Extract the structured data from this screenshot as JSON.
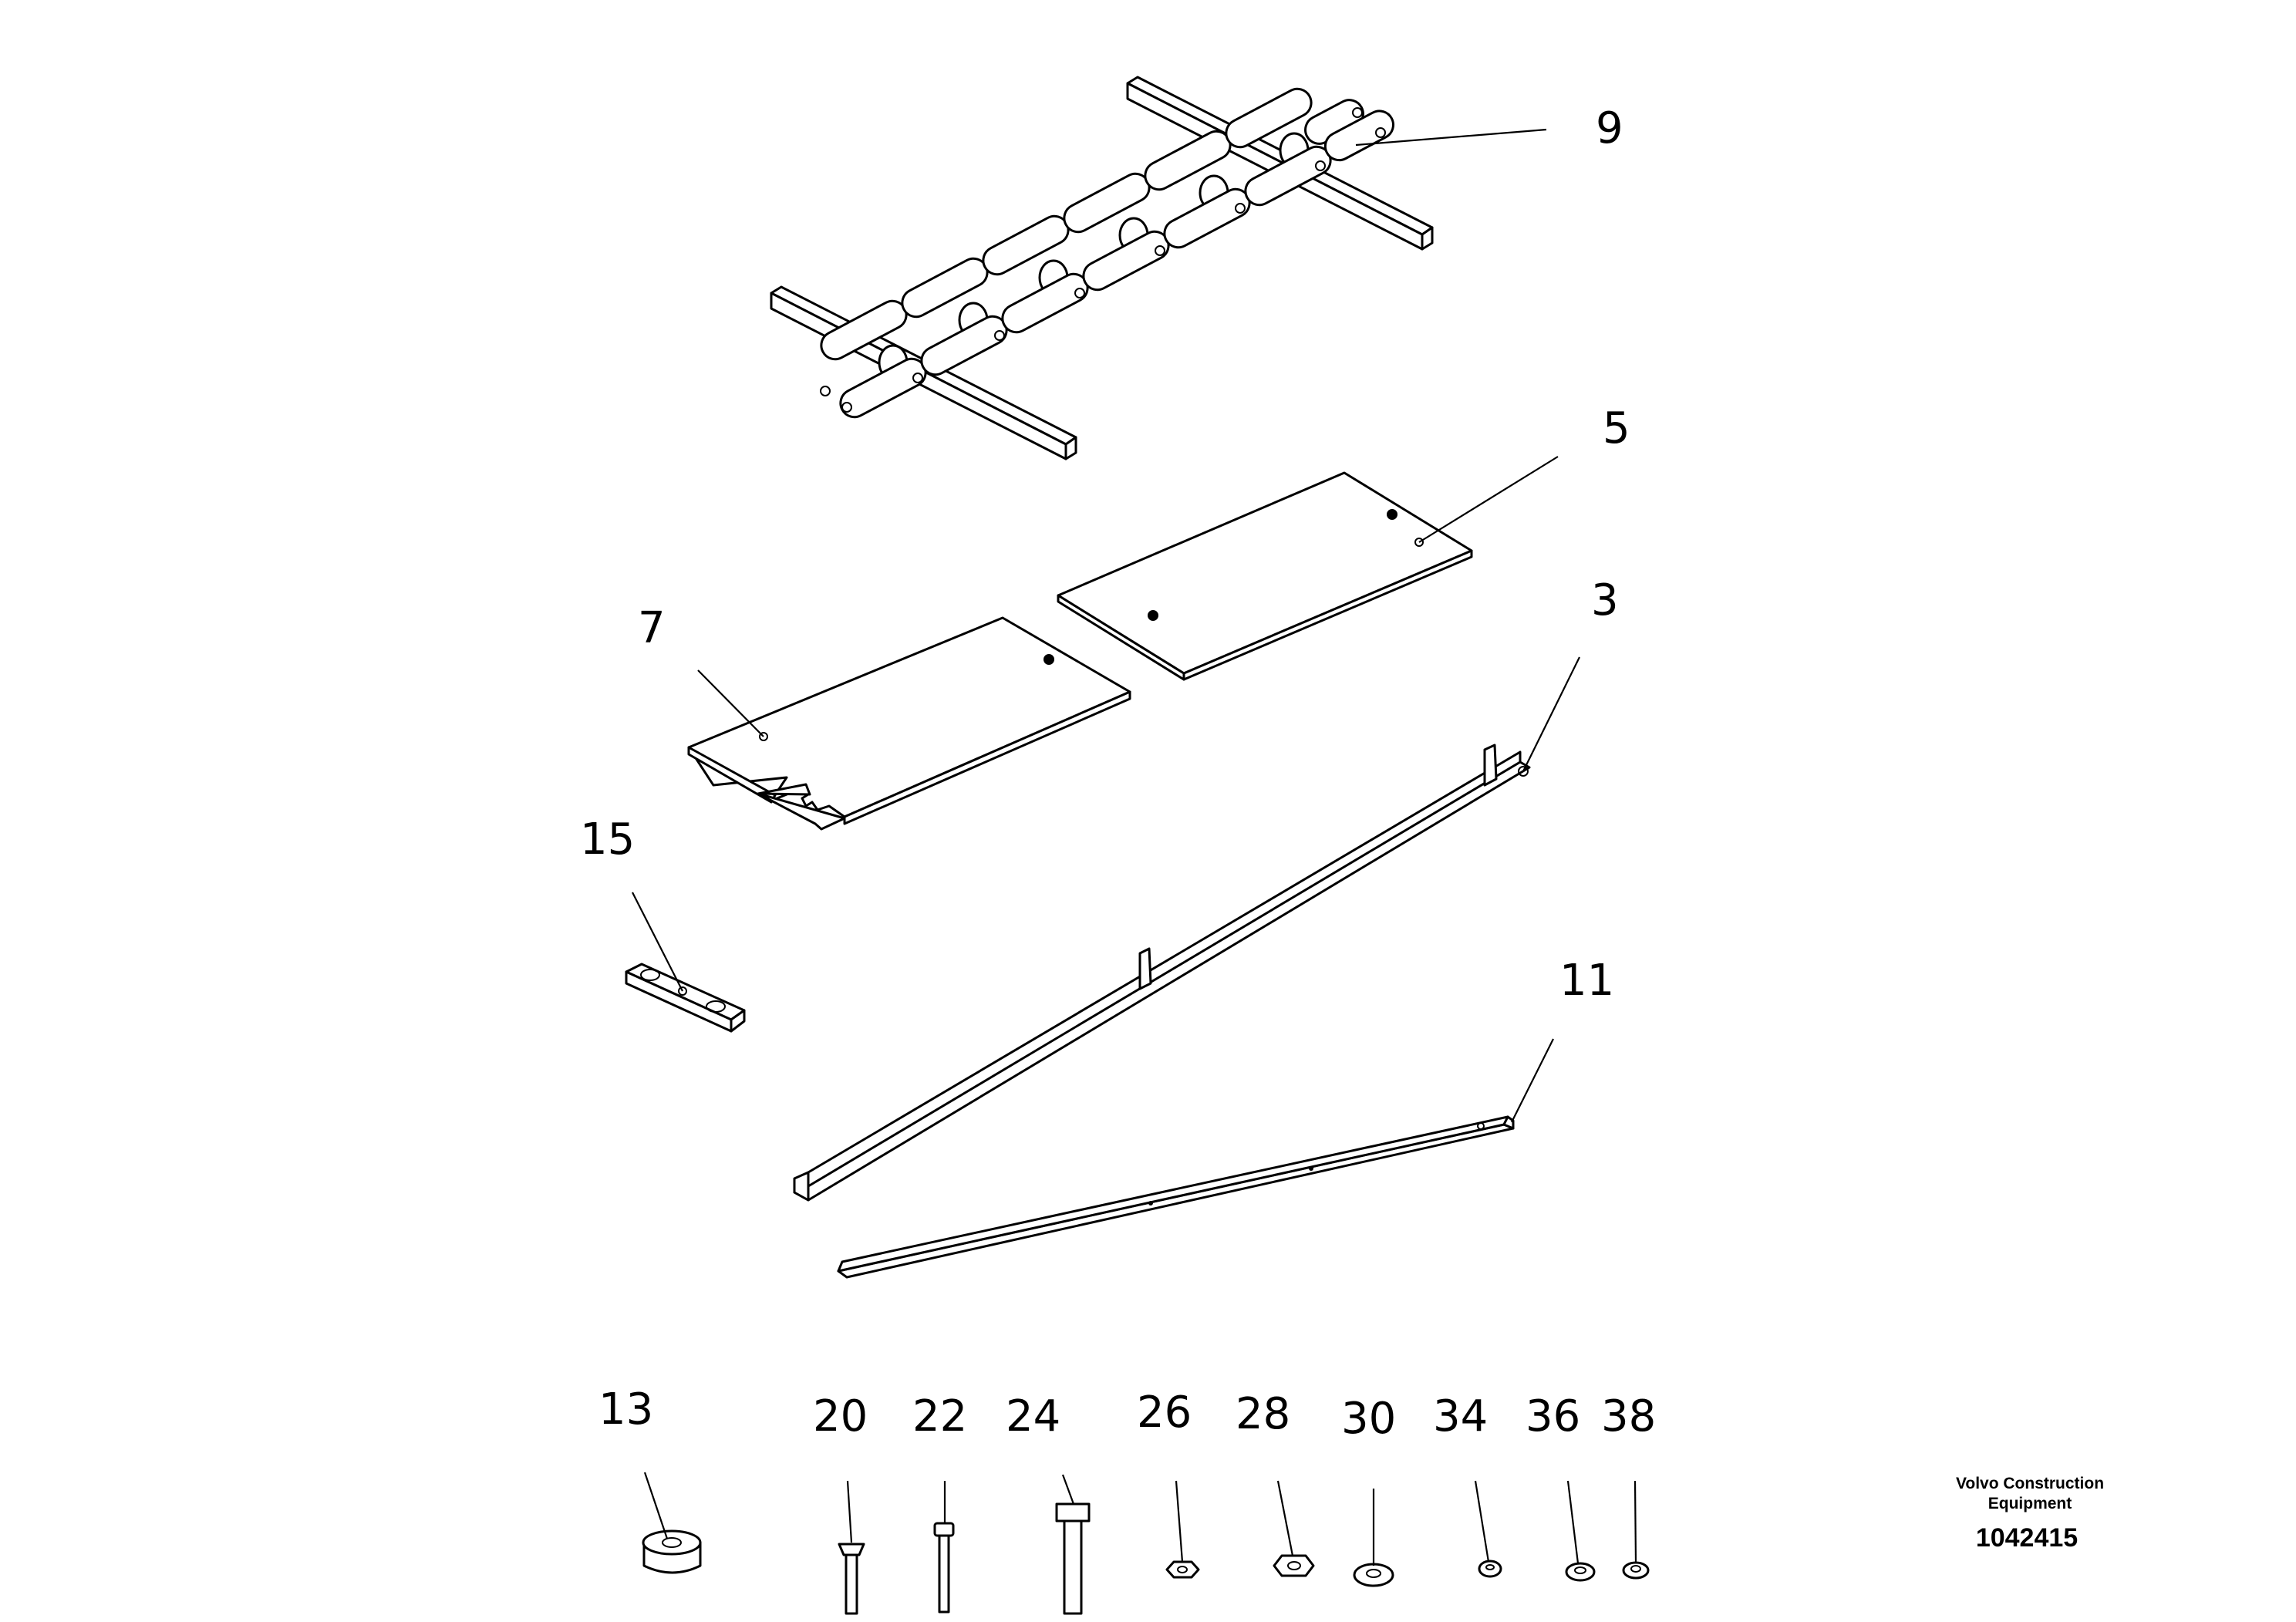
{
  "callouts": {
    "c3": "3",
    "c5": "5",
    "c7": "7",
    "c9": "9",
    "c11": "11",
    "c13": "13",
    "c15": "15",
    "c20": "20",
    "c22": "22",
    "c24": "24",
    "c26": "26",
    "c28": "28",
    "c30": "30",
    "c34": "34",
    "c36": "36",
    "c38": "38"
  },
  "footer": {
    "brand_line1": "Volvo Construction",
    "brand_line2": "Equipment",
    "doc_number": "1042415"
  }
}
